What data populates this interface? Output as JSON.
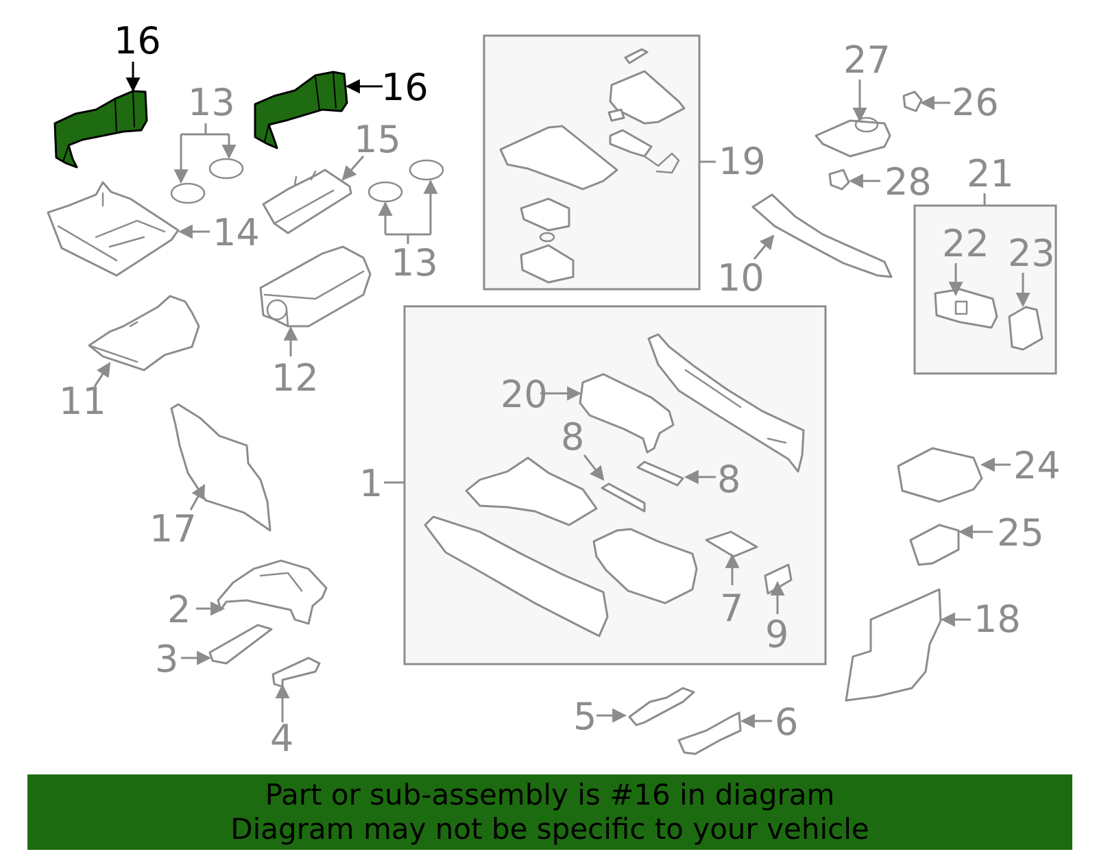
{
  "colors": {
    "highlight": "#1f6b12",
    "banner": "#1d6b10",
    "line": "#8c8c8c"
  },
  "labels": {
    "l16a": "16",
    "l16b": "16",
    "l13a": "13",
    "l13b": "13",
    "l15": "15",
    "l14": "14",
    "l19": "19",
    "l27": "27",
    "l26": "26",
    "l28": "28",
    "l21": "21",
    "l22": "22",
    "l23": "23",
    "l10": "10",
    "l11": "11",
    "l12": "12",
    "l20": "20",
    "l8a": "8",
    "l8b": "8",
    "l1": "1",
    "l17": "17",
    "l24": "24",
    "l25": "25",
    "l7": "7",
    "l9": "9",
    "l18": "18",
    "l2": "2",
    "l3": "3",
    "l4": "4",
    "l5": "5",
    "l6": "6"
  },
  "banner": {
    "line1": "Part or sub-assembly is #16 in diagram",
    "line2": "Diagram may not be specific to your vehicle"
  }
}
